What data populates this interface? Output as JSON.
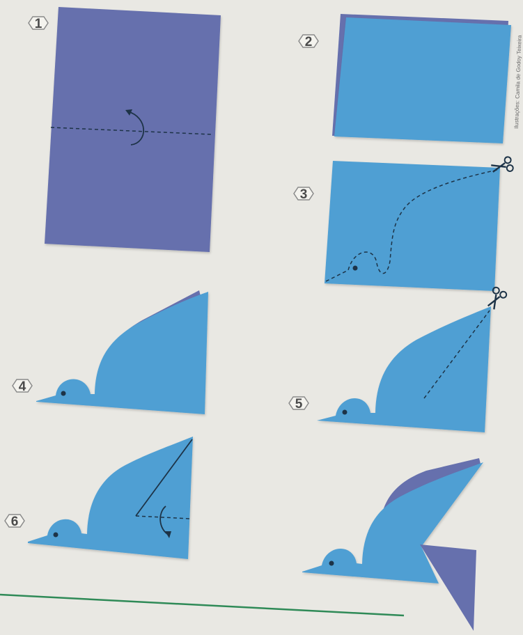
{
  "steps": [
    {
      "number": "1"
    },
    {
      "number": "2"
    },
    {
      "number": "3"
    },
    {
      "number": "4"
    },
    {
      "number": "5"
    },
    {
      "number": "6"
    }
  ],
  "credit": "Ilustrações: Camila de Godoy Teixeira",
  "colors": {
    "background": "#e9e8e3",
    "paper_back": "#6670ad",
    "paper_front": "#4f9fd3",
    "paper_edge": "#3b86bb",
    "fold_line": "#1d3347",
    "footer_line": "#2f8a57",
    "badge_stroke": "#8a8a8a"
  }
}
